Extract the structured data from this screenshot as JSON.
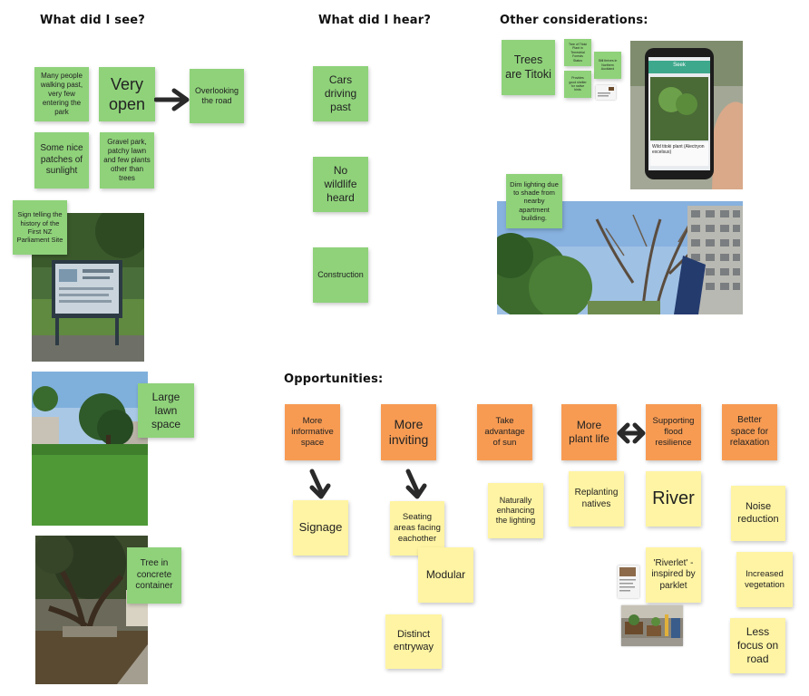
{
  "headings": {
    "see": "What did I see?",
    "hear": "What did I hear?",
    "other": "Other considerations:",
    "opportunities": "Opportunities:"
  },
  "see_notes": {
    "many_people": "Many people walking past, very few entering the park",
    "very_open": "Very open",
    "overlooking": "Overlooking the road",
    "sunlight": "Some nice patches of sunlight",
    "gravel": "Gravel park, patchy lawn and few plants other than trees",
    "sign": "Sign telling the history of the First NZ Parliament Site",
    "lawn": "Large lawn space",
    "tree": "Tree in concrete container"
  },
  "hear_notes": {
    "cars": "Cars driving past",
    "wildlife": "No wildlife heard",
    "construction": "Construction"
  },
  "other_notes": {
    "trees": "Trees are Titoki",
    "small1": "Tree of Titoki Plant in Terrestrial Forests Status",
    "small2": "Still thrives in Northern Auckland",
    "small3": "Provides good shelter for native birds",
    "dim": "Dim lighting due to shade from nearby apartment building."
  },
  "phone": {
    "app_label": "Seek",
    "caption": "Wild titoki plant (Alectryon excelsus)"
  },
  "opportunities": {
    "informative": "More informative space",
    "inviting": "More inviting",
    "sun": "Take advantage of sun",
    "plant_life": "More plant life",
    "flood": "Supporting flood resilience",
    "relaxation": "Better space for relaxation",
    "signage": "Signage",
    "seating": "Seating areas facing eachother",
    "modular": "Modular",
    "entryway": "Distinct entryway",
    "lighting": "Naturally enhancing the lighting",
    "natives": "Replanting natives",
    "river": "River",
    "riverlet": "'Riverlet' - inspired by parklet",
    "noise": "Noise reduction",
    "vegetation": "Increased vegetation",
    "less_focus": "Less focus on road"
  },
  "colors": {
    "green_note": "#8fd27a",
    "orange_note": "#f79b53",
    "yellow_note": "#fff4a3"
  }
}
